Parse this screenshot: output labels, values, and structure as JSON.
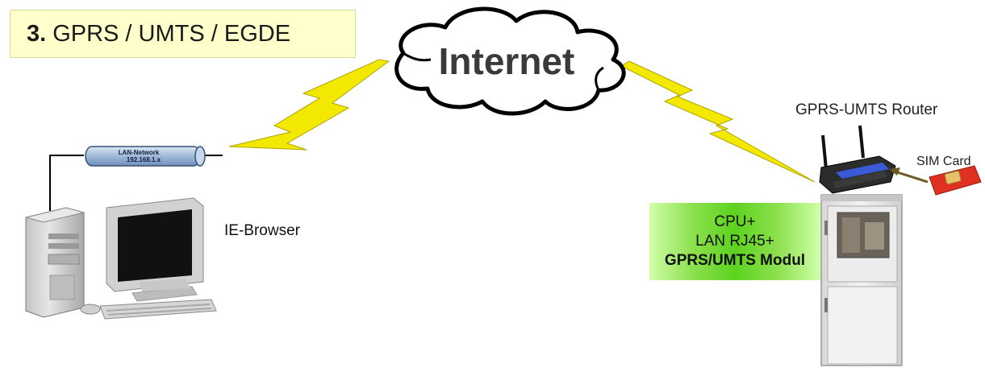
{
  "title": {
    "number": "3.",
    "text": "GPRS / UMTS / EGDE"
  },
  "cloud": {
    "label": "Internet"
  },
  "lan": {
    "line1": "LAN-Network",
    "line2": "192.168.1.x"
  },
  "pc": {
    "label": "IE-Browser"
  },
  "router": {
    "label": "GPRS-UMTS Router"
  },
  "sim": {
    "label": "SIM Card"
  },
  "cpu_box": {
    "line1": "CPU+",
    "line2": "LAN RJ45+",
    "line3_bold": "GPRS/UMTS",
    "line3_rest": " Modul"
  },
  "colors": {
    "title_bg": "#ffffcc",
    "lightning": "#f2e800",
    "cloud_fill": "#ffffff",
    "lan_pipe": "#9fb8d6",
    "cpu_box_green": "#5cd21e",
    "sim_red": "#e03020",
    "router_blue": "#3a5ad8"
  }
}
